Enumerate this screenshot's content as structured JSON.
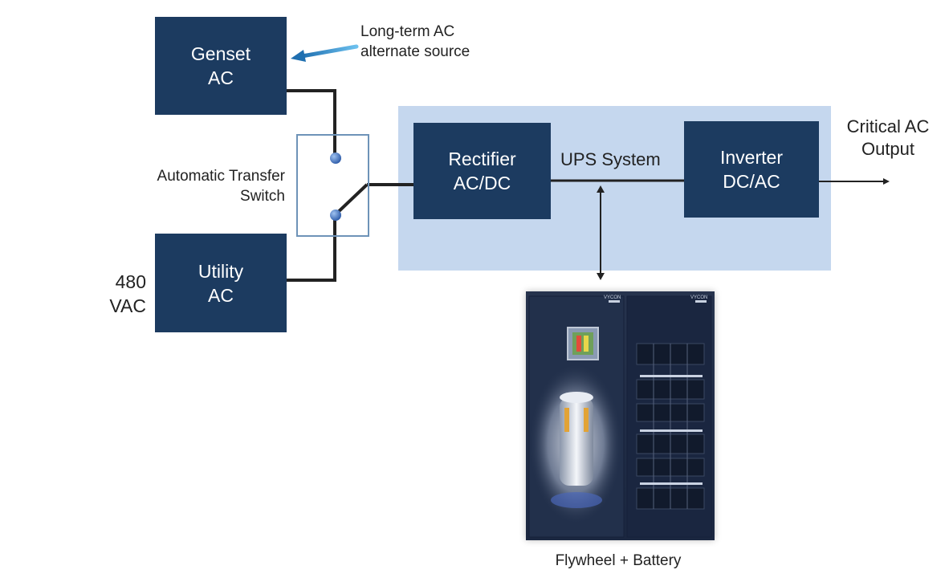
{
  "genset": {
    "line1": "Genset",
    "line2": "AC"
  },
  "utility": {
    "line1": "Utility",
    "line2": "AC"
  },
  "rectifier": {
    "line1": "Rectifier",
    "line2": "AC/DC"
  },
  "inverter": {
    "line1": "Inverter",
    "line2": "DC/AC"
  },
  "annotations": {
    "long_term_line1": "Long-term AC",
    "long_term_line2": "alternate source",
    "ats_line1": "Automatic Transfer",
    "ats_line2": "Switch",
    "voltage_line1": "480",
    "voltage_line2": "VAC",
    "ups_system": "UPS System",
    "critical_line1": "Critical AC",
    "critical_line2": "Output",
    "flywheel": "Flywheel + Battery",
    "brand_left": "VYCON",
    "brand_right": "VYCON"
  },
  "colors": {
    "box_fill": "#1c3b60",
    "ups_panel": "#c5d7ee",
    "wire": "#222222",
    "switch_outline": "#6e93b8",
    "arrow_accent": "#2d8fd0"
  },
  "icons": {
    "flywheel_cabinet": "flywheel-battery-cabinet-photo",
    "callout_arrow": "callout-arrow-icon"
  }
}
